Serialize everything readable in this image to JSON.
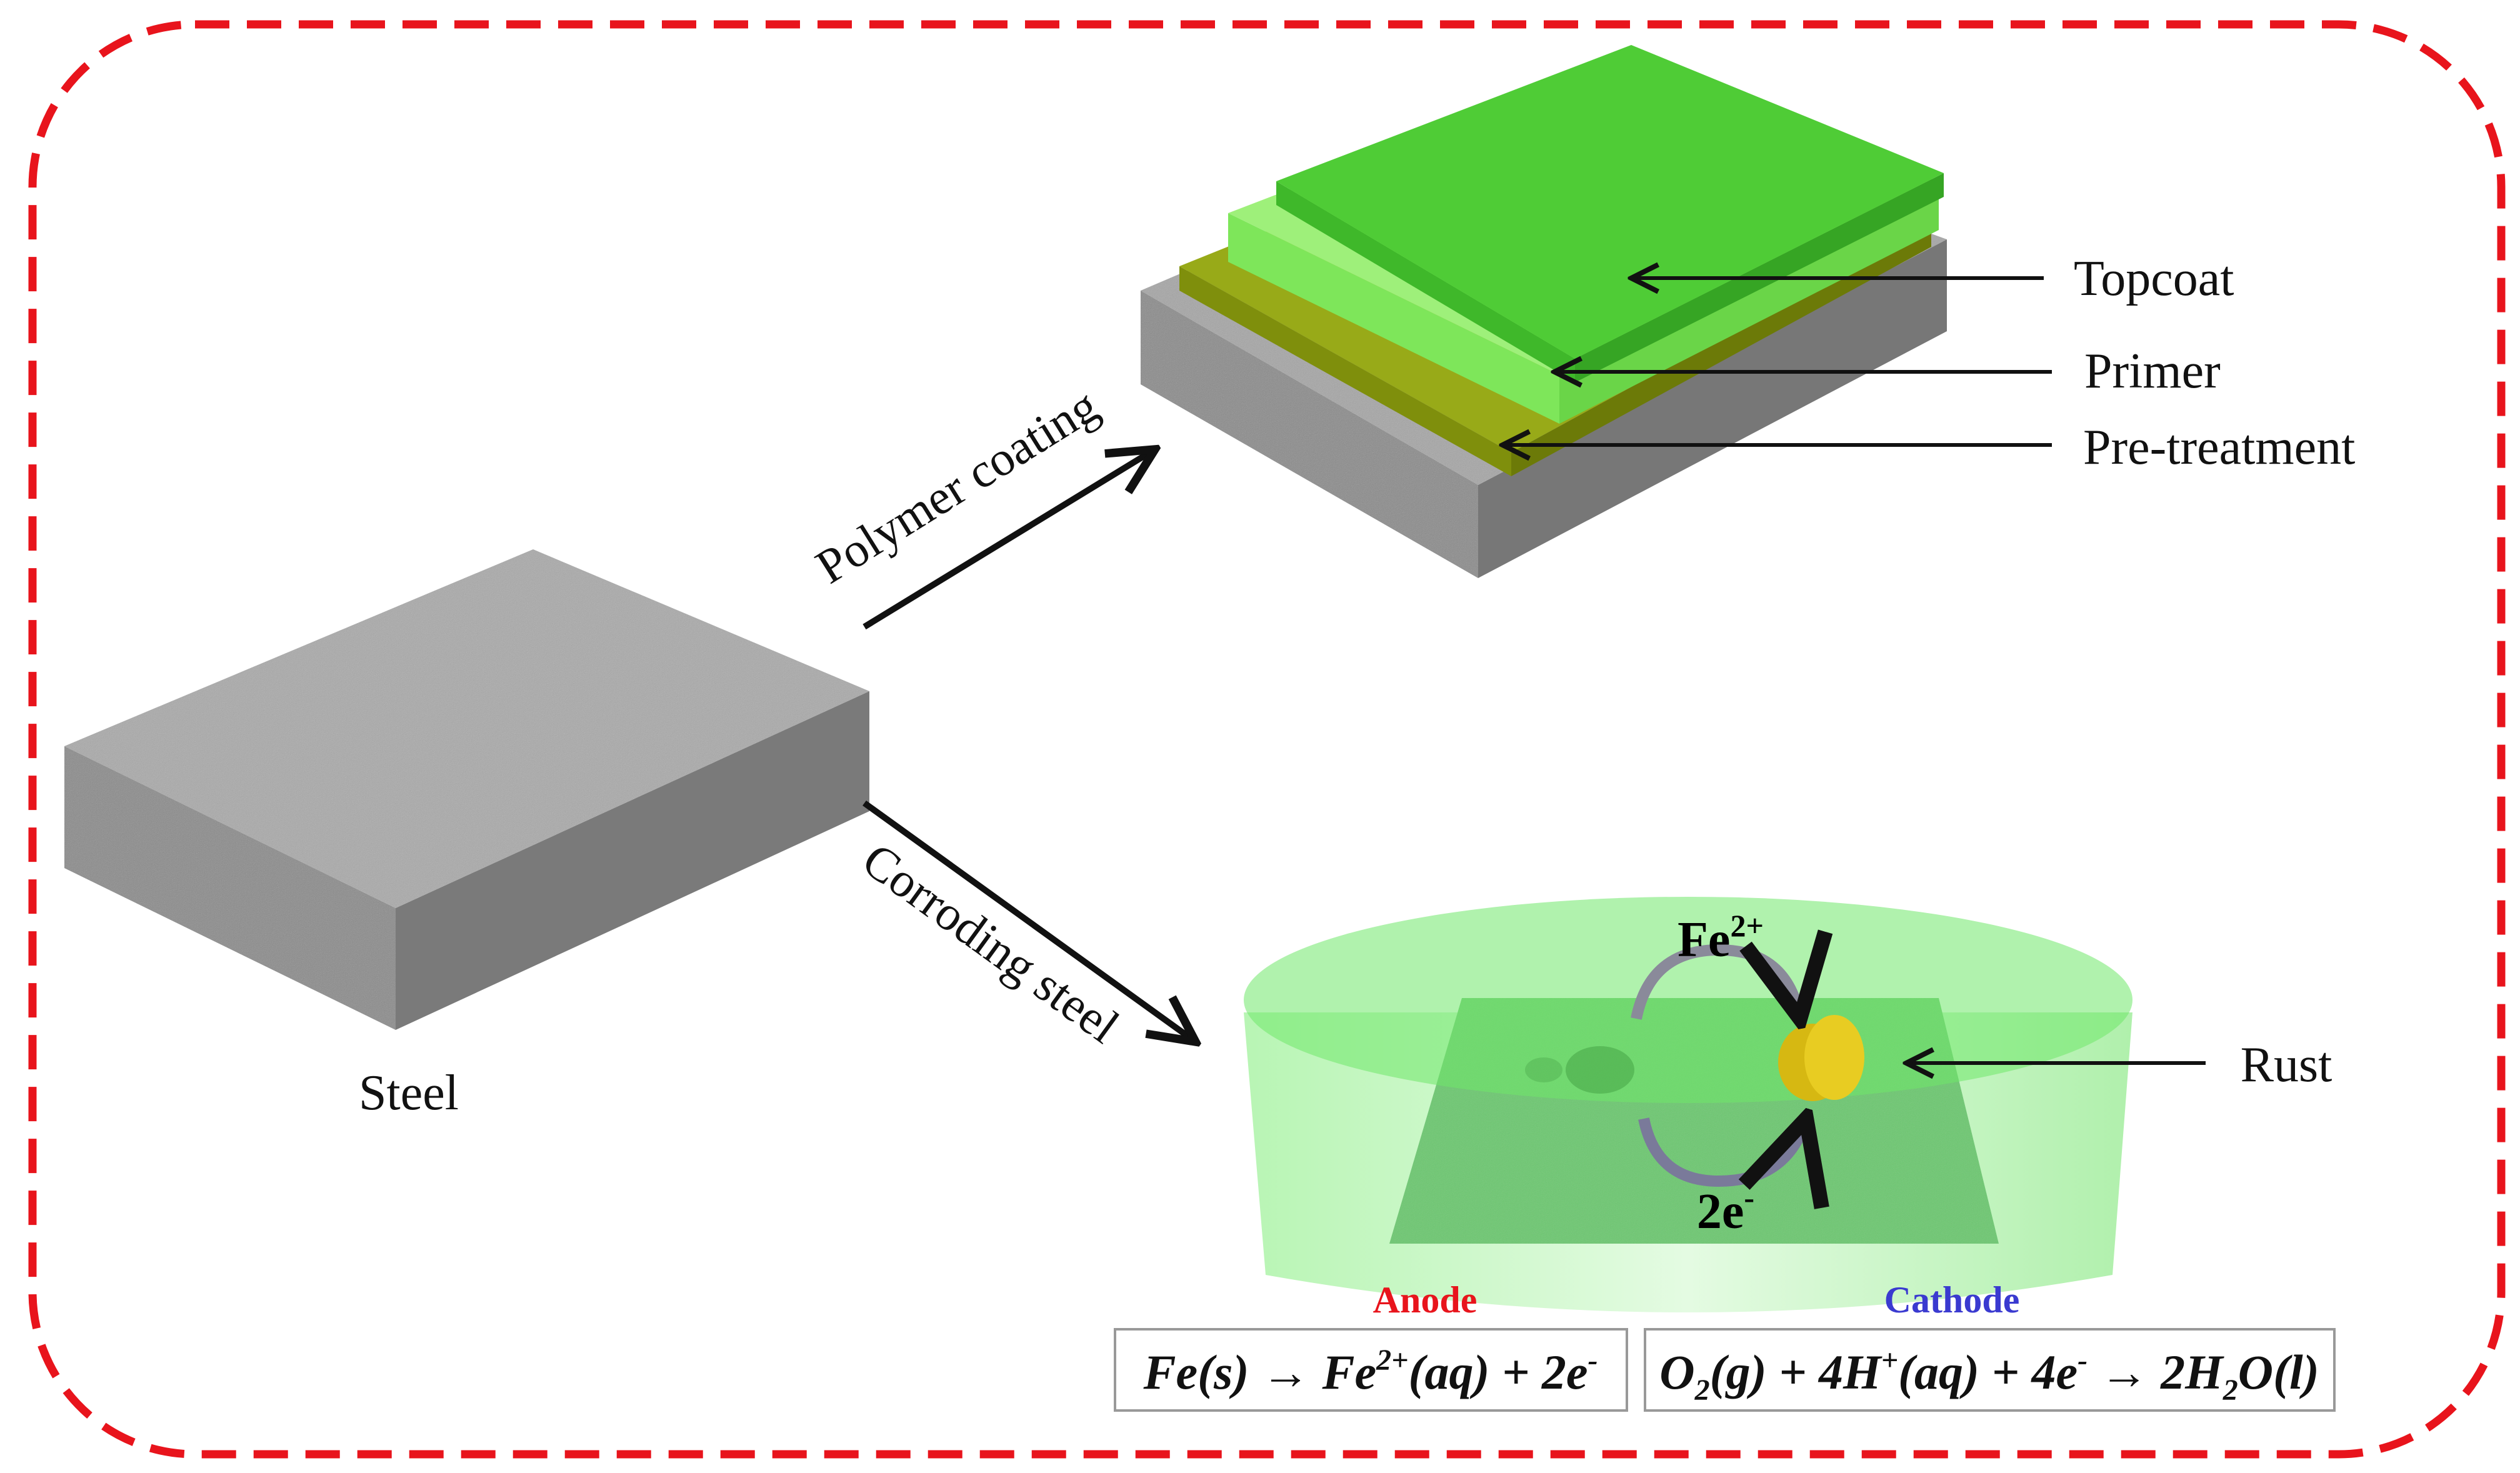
{
  "colors": {
    "border": "#e8141c",
    "anode": "#e8141c",
    "cathode": "#3a3ad0",
    "topcoat": "#4cc934",
    "primer": "#8ef06a",
    "pretreatment": "#8a9a10",
    "steel": "#9a9a9a",
    "rust": "#e0c020",
    "electrolyte": "#8ef08a"
  },
  "steel_label": "Steel",
  "arrows": {
    "polymer_coating": "Polymer coating",
    "corroding_steel": "Corroding steel"
  },
  "coating_layers": {
    "topcoat": "Topcoat",
    "primer": "Primer",
    "pretreatment": "Pre-treatment"
  },
  "corrosion": {
    "ion": {
      "base": "Fe",
      "sup": "2+"
    },
    "electrons": {
      "base": "2e",
      "sup": "-"
    },
    "rust": "Rust",
    "anode": "Anode",
    "cathode": "Cathode"
  },
  "equations": {
    "anode": {
      "p1": "Fe(s)  → Fe",
      "sup1": "2+",
      "p2": "(aq) + 2e",
      "sup2": "-"
    },
    "cathode": {
      "p1": "O",
      "sub1": "2",
      "p2": "(g) + 4H",
      "sup1": "+",
      "p3": "(aq) + 4e",
      "sup2": "-",
      "p4": " → 2H",
      "sub2": "2",
      "p5": "O(l)"
    }
  }
}
